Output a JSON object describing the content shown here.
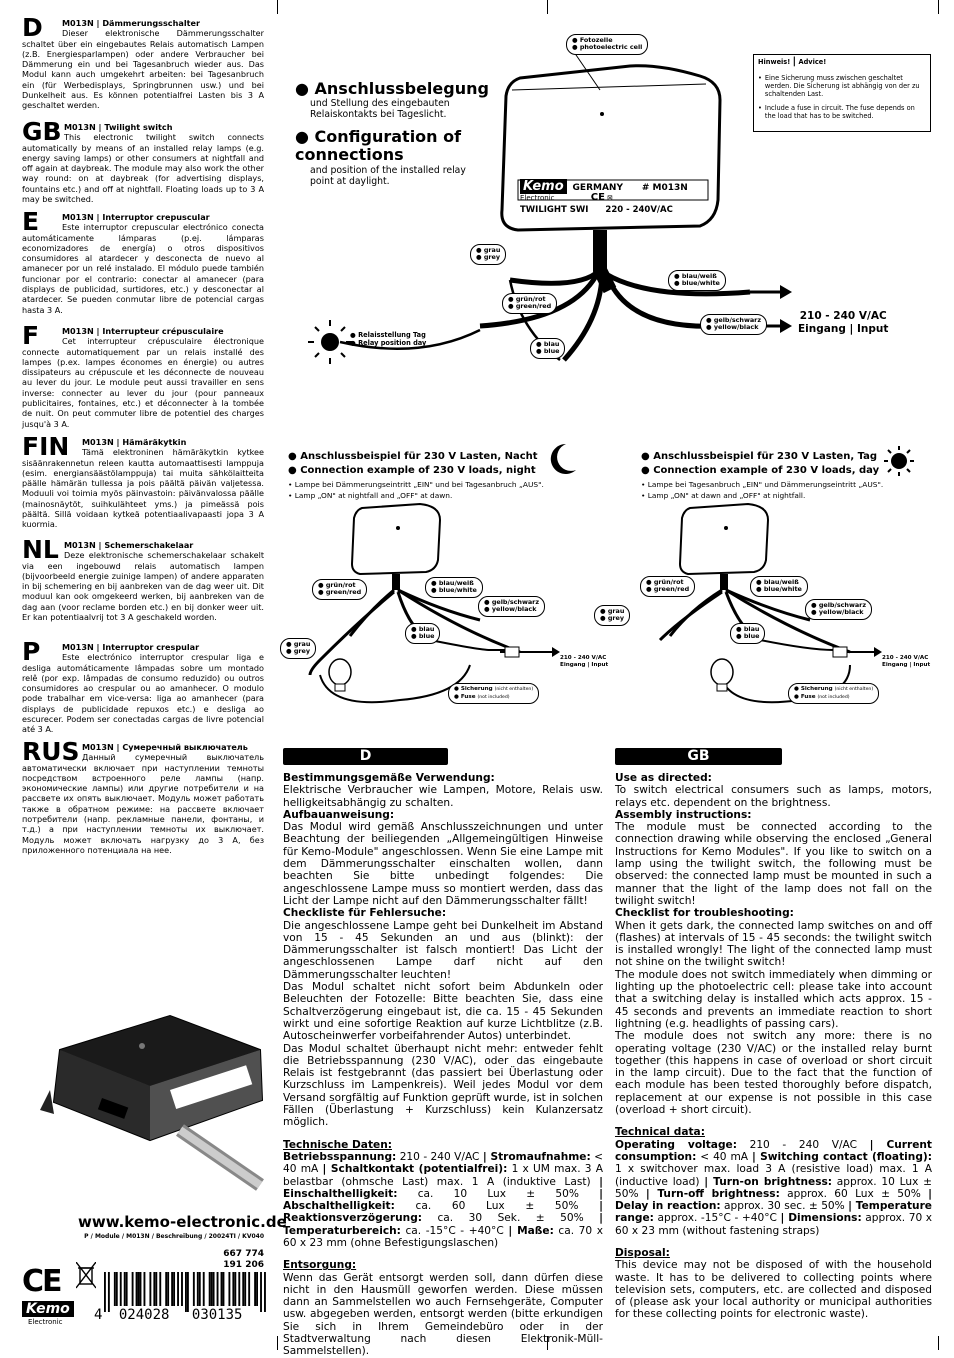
{
  "languages": [
    {
      "code": "D",
      "title": "M013N | Dämmerungsschalter",
      "text": "Dieser elektronische Dämmerungsschalter schaltet über ein eingebautes Relais automatisch Lampen (z.B. Energiesparlampen) oder andere Verbraucher bei Dämmerung ein und bei Tagesanbruch wieder aus. Das Modul kann auch umgekehrt arbeiten: bei Tagesanbruch ein (für Werbedisplays, Springbrunnen usw.) und bei Dunkelheit aus. Es können potentialfrei Lasten bis 3 A geschaltet werden."
    },
    {
      "code": "GB",
      "title": "M013N | Twilight switch",
      "text": "This electronic twilight switch connects automatically by means of an installed relay lamps (e.g. energy saving lamps) or other consumers at nightfall and off again at daybreak. The module may also work the other way round: on at daybreak (for advertising displays, fountains etc.) and off at nightfall. Floating loads up to 3 A may be switched."
    },
    {
      "code": "E",
      "title": "M013N | Interruptor crepuscular",
      "text": "Este interruptor crepuscular electrónico conecta automáticamente lámparas (p.ej. lámparas economizadores de energía) o otros dispositivos consumidores al atardecer y desconecta de nuevo al amanecer por un relé instalado. El módulo puede también funcionar por el contrario: conectar al amanecer (para displays de publicidad, surtidores, etc.) y desconectar al atardecer. Se pueden conmutar libre de potencial cargas hasta 3 A."
    },
    {
      "code": "F",
      "title": "M013N | Interrupteur crépusculaire",
      "text": "Cet interrupteur crépusculaire électronique connecte automatiquement par un relais installé des lampes (p.ex. lampes économes en énergie) ou autres dissipateurs au crépuscule et les déconnecte de nouveau au lever du jour. Le module peut aussi travailler en sens inverse: connecter au lever du jour (pour panneaux publicitaires, fontaines, etc.) et déconnecter à la tombée de nuit. On peut commuter libre de potentiel des charges jusqu'à 3 A."
    },
    {
      "code": "FIN",
      "title": "M013N | Hämäräkytkin",
      "text": "Tämä elektroninen hämäräkytkin kytkee sisäänrakennetun releen kautta automaattisesti lamppuja (esim. energiansäästölamppuja) tai muita sähkölaitteita päälle hämärän tullessa ja pois päältä päivän valjetessa. Moduuli voi toimia myös päinvastoin: päivänvalossa päälle (mainosnäytöt, suihkulähteet yms.) ja pimeässä pois päältä. Sillä voidaan kytkeä potentiaalivapaasti jopa 3 A kuormia."
    },
    {
      "code": "NL",
      "title": "M013N | Schemerschakelaar",
      "text": "Deze elektronische schemerschakelaar schakelt via een ingebouwd relais automatisch lampen (bijvoorbeeld energie zuinige lampen) of andere apparaten in bij schemering en bij aanbreken van de dag weer uit. Dit moduul kan ook omgekeerd werken, bij aanbreken van de dag aan (voor reclame borden etc.) en bij donker weer uit. Er kan potentiaalvrij tot 3 A geschakeld worden."
    },
    {
      "code": "P",
      "title": "M013N | Interruptor crespular",
      "text": "Este electrónico interruptor crespular liga e desliga automáticamente lâmpadas sobre um montado relê (por exp. lâmpadas de consumo reduzido) ou outros consumidores ao crespular ou ao amanhecer. O modulo pode trabalhar em vice-versa: liga ao amanhecer (para displays de publicidade repuxos etc.) e desliga ao escurecer. Podem ser conectadas cargas de livre potencial até 3 A."
    },
    {
      "code": "RUS",
      "title": "M013N | Сумеречный выключатель",
      "text": "Данный сумеречный выключатель автоматически включает при наступлении темноты посредством встроенного реле лампы (напр. экономические лампы) или другие потребители и на рассвете их опять выключает. Модуль может работать также в обратном режиме: на рассвете включает потребители (напр. рекламные панели, фонтаны, и т.д.) а при наступлении темноты их выключает. Модуль может включать нагрузку до 3 А, без приложенного потенциала на нее."
    }
  ],
  "top_diagram": {
    "heading1": "Anschlussbelegung",
    "sub1": "und Stellung des eingebauten Relaiskontakts bei Tageslicht.",
    "heading2": "Configuration of connections",
    "sub2": "and position of the installed relay point at daylight.",
    "photocell_de": "Fotozelle",
    "photocell_en": "photoelectric cell",
    "box_brand": "Kemo",
    "box_electronic": "Electronic",
    "box_germany": "GERMANY",
    "box_model": "# M013N",
    "box_ce": "CE",
    "box_twilight": "TWILIGHT SWI",
    "box_voltage": "220 - 240V/AC",
    "grau_de": "grau",
    "grau_en": "grey",
    "gruen_de": "grün/rot",
    "gruen_en": "green/red",
    "blau_de": "blau",
    "blau_en": "blue",
    "blauweiss_de": "blau/weiß",
    "blauweiss_en": "blue/white",
    "gelb_de": "gelb/schwarz",
    "gelb_en": "yellow/black",
    "input_voltage": "210 - 240 V/AC",
    "input_label": "Eingang | Input",
    "relay_de": "Relaisstellung Tag",
    "relay_en": "Relay position day",
    "notice_title_de": "Hinweis!",
    "notice_title_en": "Advice!",
    "notice_de": "Eine Sicherung muss zwischen geschaltet werden. Die Sicherung ist abhängig von der zu schaltenden Last.",
    "notice_en": "Include a fuse in circuit. The fuse depends on the load that has to be switched."
  },
  "night_example": {
    "title_de": "Anschlussbeispiel für 230 V Lasten, Nacht",
    "title_en": "Connection example of 230 V loads, night",
    "note1": "Lampe bei Dämmerungseintritt „EIN\" und bei Tagesanbruch „AUS\".",
    "note2": "Lamp „ON\" at nightfall and „OFF\" at dawn."
  },
  "day_example": {
    "title_de": "Anschlussbeispiel für 230 V Lasten, Tag",
    "title_en": "Connection example of 230 V loads, day",
    "note1": "Lampe bei Tagesanbruch „EIN\" und Dämmerungseintritt „AUS\".",
    "note2": "Lamp „ON\" at dawn and „OFF\" at nightfall."
  },
  "small_labels": {
    "sicherung_de": "Sicherung",
    "sicherung_note_de": "(nicht enthalten)",
    "fuse_en": "Fuse",
    "fuse_note_en": "(not included)",
    "input_small": "210 - 240 V/AC",
    "input_small2": "Eingang | Input"
  },
  "german": {
    "bar": "D",
    "h_use": "Bestimmungsgemäße Verwendung:",
    "use": "Elektrische Verbraucher wie Lampen, Motore, Relais usw. helligkeitsabhängig zu schalten.",
    "h_assembly": "Aufbauanweisung:",
    "assembly": "Das Modul wird gemäß Anschlusszeichnungen und unter Beachtung der beiliegenden „Allgemeingültigen Hinweise für Kemo-Module\" angeschlossen. Wenn Sie eine Lampe mit dem Dämmerungsschalter einschalten wollen, dann beachten Sie bitte unbedingt folgendes: Die angeschlossene Lampe muss so montiert werden, dass das Licht der Lampe nicht auf den Dämmerungsschalter fällt!",
    "h_check": "Checkliste für Fehlersuche:",
    "check": "Die angeschlossene Lampe geht bei Dunkelheit im Abstand von 15 - 45 Sekunden an und aus (blinkt): der Dämmerungsschalter ist falsch montiert! Das Licht der angeschlossenen Lampe darf nicht auf den Dämmerungsschalter leuchten!\nDas Modul schaltet nicht sofort beim Abdunkeln oder Beleuchten der Fotozelle: Bitte beachten Sie, dass eine Schaltverzögerung eingebaut ist, die ca. 15 - 45 Sekunden wirkt und eine sofortige Reaktion auf kurze Lichtblitze (z.B. Autoscheinwerfer vorbeifahrender Autos) unterbindet.\nDas Modul schaltet überhaupt nicht mehr: entweder fehlt die Betriebsspannung (230 V/AC), oder das eingebaute Relais ist festgebrannt (das passiert bei Überlastung oder Kurzschluss im Lampenkreis). Weil jedes Modul vor dem Versand sorgfältig auf Funktion geprüft wurde, ist in solchen Fällen (Überlastung + Kurzschluss) kein Kulanzersatz möglich.",
    "h_tech": "Technische Daten:",
    "tech_html": "<b>Betriebsspannung:</b> 210 - 240 V/AC <b>| Stromaufnahme:</b> &lt; 40 mA <b>| Schaltkontakt (potentialfrei):</b> 1 x UM max. 3 A belastbar (ohmsche Last) max. 1 A (induktive Last) <b>| Einschalthelligkeit:</b> ca. 10 Lux ± 50% <b>| Abschalthelligkeit:</b> ca. 60 Lux ± 50% <b>| Reaktionsverzögerung:</b> ca. 30 Sek. ± 50% <b>| Temperaturbereich:</b> ca. -15°C - +40°C <b>| Maße:</b> ca. 70 x 60 x 23 mm (ohne Befestigungslaschen)",
    "h_disposal": "Entsorgung:",
    "disposal": "Wenn das Gerät entsorgt werden soll, dann dürfen diese nicht in den Hausmüll geworfen werden. Diese müssen dann an Sammelstellen wo auch Fernsehgeräte, Computer usw. abgegeben werden, entsorgt werden (bitte erkundigen Sie sich in Ihrem Gemeindebüro oder in der Stadtverwaltung nach diesen Elektronik-Müll-Sammelstellen)."
  },
  "english": {
    "bar": "GB",
    "h_use": "Use as directed:",
    "use": "To switch electrical consumers such as lamps, motors, relays etc. dependent on the brightness.",
    "h_assembly": "Assembly instructions:",
    "assembly": "The module must be connected according to the connection drawing while observing the enclosed „General Instructions for Kemo Modules\". If you like to switch on a lamp using the twilight switch, the following must be observed: the connected lamp must be mounted in such a manner that the light of the lamp does not fall on the twilight switch!",
    "h_check": "Checklist for troubleshooting:",
    "check": "When it gets dark, the connected lamp switches on and off (flashes) at intervals of 15 - 45 seconds: the twilight switch is installed wrongly! The light of the connected lamp must not shine on the twilight switch!\nThe module does not switch immediately when dimming or lighting up the photoelectric cell: please take into account that a switching delay is installed which acts approx. 15 - 45 seconds and prevents an immediate reaction to short lightning (e.g. headlights of passing cars).\nThe module does not switch any more: there is no operating voltage (230 V/AC) or the installed relay burnt together (this happens in case of overload or short circuit in the lamp circuit). Due to the fact that the function of each module has been tested thoroughly before dispatch, replacement at our expense is not possible in this case (overload + short circuit).",
    "h_tech": "Technical data:",
    "tech_html": "<b>Operating voltage:</b> 210 - 240 V/AC <b>| Current consumption:</b> &lt; 40 mA <b>| Switching contact (floating):</b> 1 x switchover max. load 3 A (resistive load) max. 1 A (inductive load) <b>| Turn-on brightness:</b> approx. 10 Lux ± 50% <b>| Turn-off brightness:</b> approx. 60 Lux ± 50% <b>| Delay in reaction:</b> approx. 30 sec. ± 50% <b>| Temperature range:</b> approx. -15°C - +40°C <b>| Dimensions:</b> approx. 70 x 60 x 23 mm (without fastening straps)",
    "h_disposal": "Disposal:",
    "disposal": "This device may not be disposed of with the household waste. It has to be delivered to collecting points where television sets, computers, etc. are collected and disposed of (please ask your local authority or municipal authorities for these collecting points for electronic waste)."
  },
  "footer": {
    "website": "www.kemo-electronic.de",
    "docref": "P / Module / M013N / Beschreibung / 20024TI / KV040",
    "num1": "667 774",
    "num2": "191 206",
    "barcode_digit": "4",
    "barcode_group1": "024028",
    "barcode_group2": "030135",
    "brand": "Kemo",
    "brand_sub": "Electronic",
    "ce": "CE"
  }
}
